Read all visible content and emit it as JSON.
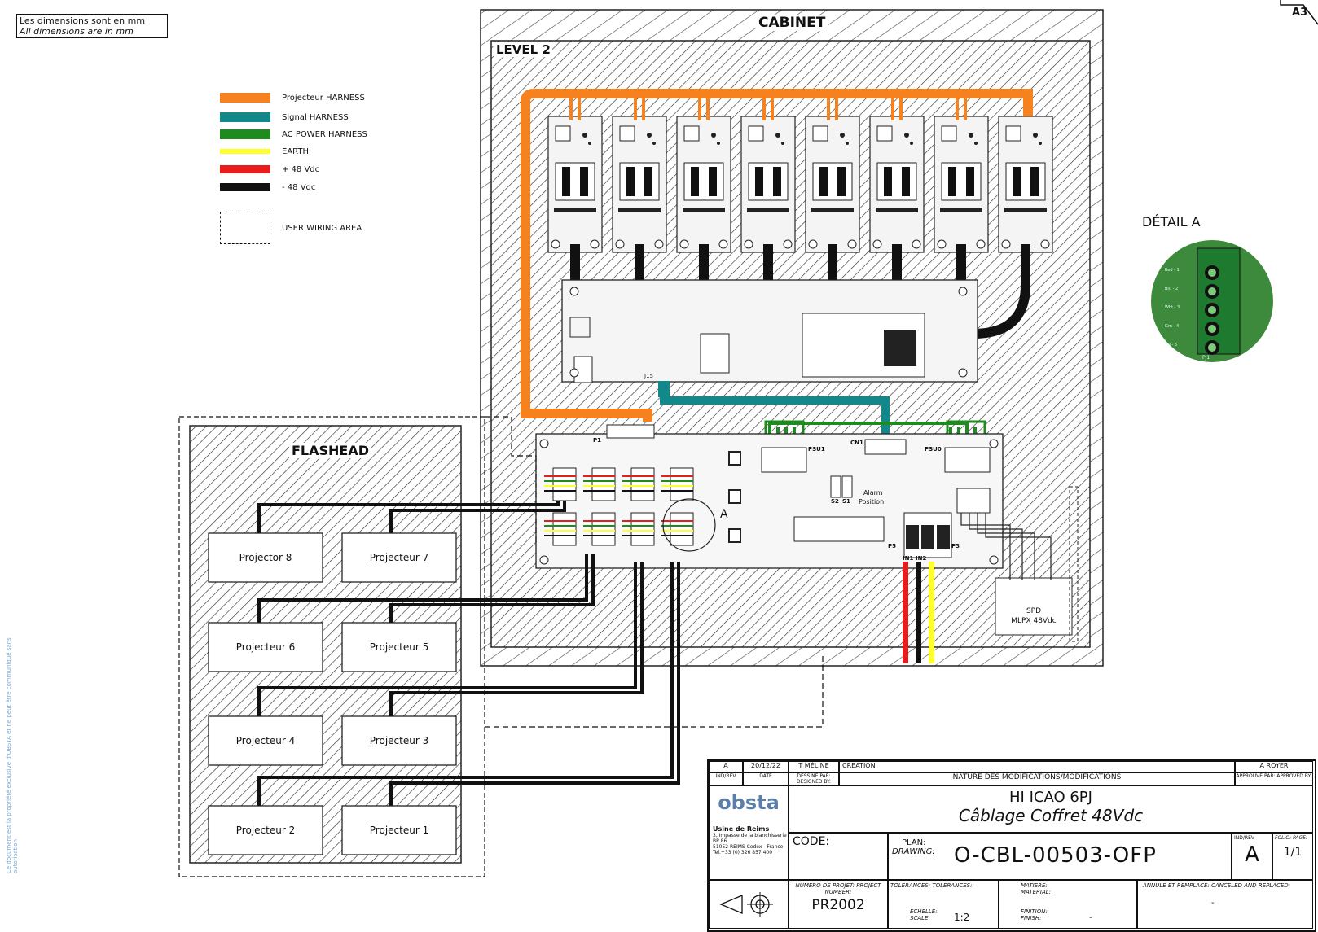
{
  "notes": {
    "line_fr": "Les dimensions sont en mm",
    "line_en": "All dimensions are in mm"
  },
  "sheet_size": "A3",
  "legend": [
    {
      "label": "Projecteur HARNESS",
      "color": "#f5821f"
    },
    {
      "label": "Signal HARNESS",
      "color": "#12888a"
    },
    {
      "label": "AC POWER HARNESS",
      "color": "#1f8a1f"
    },
    {
      "label": "EARTH",
      "color": "#ffff2a"
    },
    {
      "label": "+ 48 Vdc",
      "color": "#e81c1c"
    },
    {
      "label": "- 48 Vdc",
      "color": "#111111"
    },
    {
      "label": "USER WIRING AREA",
      "color": ""
    }
  ],
  "zones": {
    "cabinet": "CABINET",
    "level": "LEVEL 2",
    "flashead": "FLASHEAD"
  },
  "projectors": [
    "Projector 8",
    "Projecteur 7",
    "Projecteur 6",
    "Projecteur 5",
    "Projecteur 4",
    "Projecteur 3",
    "Projecteur 2",
    "Projecteur 1"
  ],
  "board_labels": {
    "p1": "P1",
    "j15": "J15",
    "cn1": "CN1",
    "psu1": "PSU1",
    "psu0": "PSU0",
    "s2": "S2",
    "s1": "S1",
    "alarm": "Alarm",
    "position": "Position",
    "p5": "P5",
    "p3": "P3",
    "in1": "IN1",
    "in2": "IN2",
    "detail_ref": "A"
  },
  "spd": {
    "line1": "SPD",
    "line2": "MLPX 48Vdc"
  },
  "detail": {
    "title": "DÉTAIL A",
    "pins": [
      "Red - 1",
      "Blu - 2",
      "Wht - 3",
      "Grn - 4",
      "Yel - 5"
    ],
    "ref": "PJ1"
  },
  "title_block": {
    "rev": "A",
    "date": "20/12/22",
    "designer": "T MÉLINE",
    "modification": "CREATION",
    "approver": "A ROYER",
    "h_indrev": "IND/REV",
    "h_date": "DATE",
    "h_designed": "DESSINE PAR: DESIGNED BY:",
    "h_nature": "NATURE DES MODIFICATIONS/MODIFICATIONS",
    "h_approved": "APPROUVE PAR: APPROVED BY:",
    "company": "obsta",
    "plant": "Usine de Reims",
    "address1": "3, Impasse de la blanchisserie",
    "address2": "BP 86",
    "address3": "51052 REIMS Cedex - France",
    "address4": "Tel.+33 (0) 326 857 400",
    "title1": "HI ICAO 6PJ",
    "title2": "Câblage Coffret 48Vdc",
    "code_label": "CODE:",
    "plan_label1": "PLAN:",
    "plan_label2": "DRAWING:",
    "drawing_no": "O-CBL-00503-OFP",
    "indrev_label": "IND/REV",
    "indrev_value": "A",
    "folio_label": "FOLIO: PAGE:",
    "folio_value": "1/1",
    "project_label": "NUMERO DE PROJET: PROJECT NUMBER:",
    "project_no": "PR2002",
    "tol_label": "TOLERANCES: TOLERANCES:",
    "scale_label": "ECHELLE: SCALE:",
    "scale_value": "1:2",
    "material_label": "MATIERE: MATERIAL:",
    "finish_label": "FINITION: FINISH:",
    "finish_value": "-",
    "replace_label": "ANNULE ET REMPLACE: CANCELED AND REPLACED:",
    "replace_value": "-"
  },
  "side_note": "Ce document est la propriété exclusive d'OBSTA et ne peut être communiqué sans autorisation"
}
